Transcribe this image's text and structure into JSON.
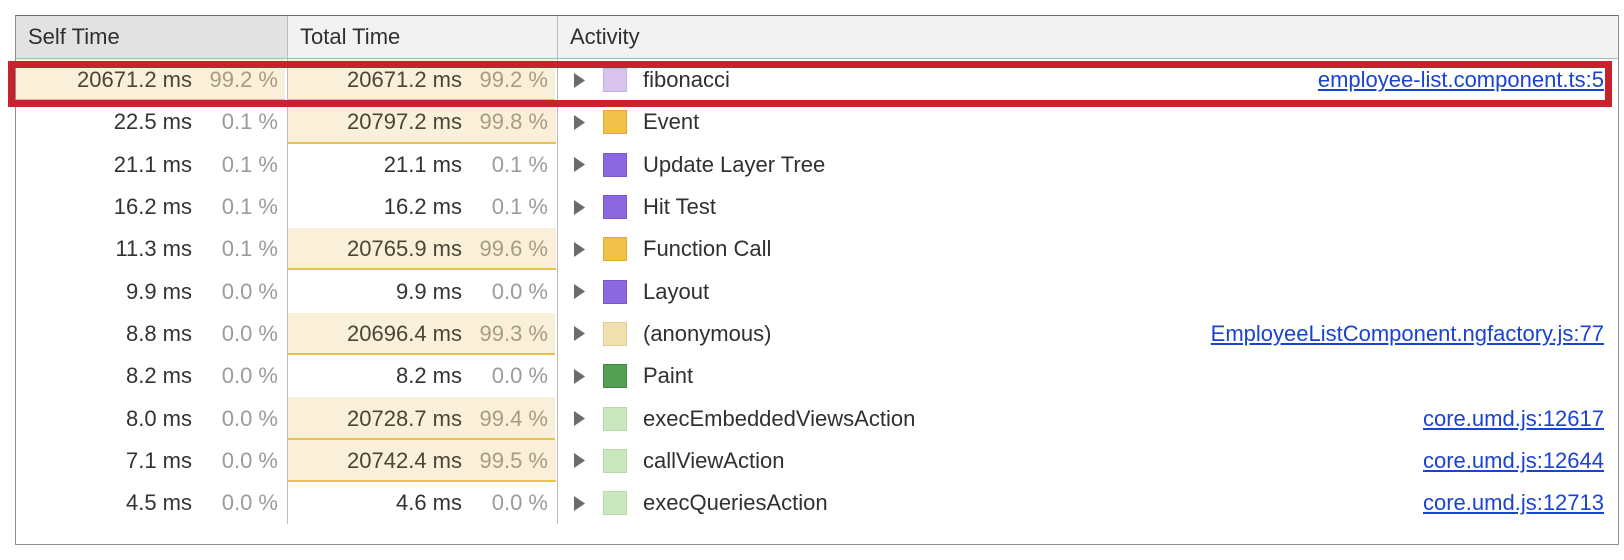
{
  "panel": {
    "name": "bottom-up-call-tree",
    "columns": [
      {
        "key": "self",
        "label": "Self Time",
        "sorted": true
      },
      {
        "key": "total",
        "label": "Total Time",
        "sorted": false
      },
      {
        "key": "activity",
        "label": "Activity",
        "sorted": false
      }
    ]
  },
  "colors": {
    "annotation_red": "#c9222c",
    "link_blue": "#1a43d0",
    "heat_fill": "#faf0da",
    "heat_border": "#e8c24a",
    "header_bg": "#f2f2f2",
    "header_sorted_bg": "#e2e2e2"
  },
  "icons": {
    "disclosure": "triangle-right-icon"
  },
  "rows": [
    {
      "self_ms": "20671.2 ms",
      "self_pct": "99.2 %",
      "self_fill_pct": 99.2,
      "self_hot": true,
      "total_ms": "20671.2 ms",
      "total_pct": "99.2 %",
      "total_fill_pct": 99.2,
      "total_hot": true,
      "activity": "fibonacci",
      "swatch": "#d8c4ef",
      "swatch_border": "#c6b0e3",
      "link": "employee-list.component.ts:5",
      "highlighted": true
    },
    {
      "self_ms": "22.5 ms",
      "self_pct": "0.1 %",
      "self_fill_pct": 0,
      "self_hot": false,
      "total_ms": "20797.2 ms",
      "total_pct": "99.8 %",
      "total_fill_pct": 99.8,
      "total_hot": true,
      "activity": "Event",
      "swatch": "#f0c04b",
      "swatch_border": "#e0ab2e",
      "link": "",
      "highlighted": false
    },
    {
      "self_ms": "21.1 ms",
      "self_pct": "0.1 %",
      "self_fill_pct": 0,
      "self_hot": false,
      "total_ms": "21.1 ms",
      "total_pct": "0.1 %",
      "total_fill_pct": 0,
      "total_hot": false,
      "activity": "Update Layer Tree",
      "swatch": "#8b68e0",
      "swatch_border": "#7a57d0",
      "link": "",
      "highlighted": false
    },
    {
      "self_ms": "16.2 ms",
      "self_pct": "0.1 %",
      "self_fill_pct": 0,
      "self_hot": false,
      "total_ms": "16.2 ms",
      "total_pct": "0.1 %",
      "total_fill_pct": 0,
      "total_hot": false,
      "activity": "Hit Test",
      "swatch": "#8b68e0",
      "swatch_border": "#7a57d0",
      "link": "",
      "highlighted": false
    },
    {
      "self_ms": "11.3 ms",
      "self_pct": "0.1 %",
      "self_fill_pct": 0,
      "self_hot": false,
      "total_ms": "20765.9 ms",
      "total_pct": "99.6 %",
      "total_fill_pct": 99.6,
      "total_hot": true,
      "activity": "Function Call",
      "swatch": "#f0c04b",
      "swatch_border": "#e0ab2e",
      "link": "",
      "highlighted": false
    },
    {
      "self_ms": "9.9 ms",
      "self_pct": "0.0 %",
      "self_fill_pct": 0,
      "self_hot": false,
      "total_ms": "9.9 ms",
      "total_pct": "0.0 %",
      "total_fill_pct": 0,
      "total_hot": false,
      "activity": "Layout",
      "swatch": "#8b68e0",
      "swatch_border": "#7a57d0",
      "link": "",
      "highlighted": false
    },
    {
      "self_ms": "8.8 ms",
      "self_pct": "0.0 %",
      "self_fill_pct": 0,
      "self_hot": false,
      "total_ms": "20696.4 ms",
      "total_pct": "99.3 %",
      "total_fill_pct": 99.3,
      "total_hot": true,
      "activity": "(anonymous)",
      "swatch": "#f0e0b0",
      "swatch_border": "#e3cf96",
      "link": "EmployeeListComponent.ngfactory.js:77",
      "highlighted": false
    },
    {
      "self_ms": "8.2 ms",
      "self_pct": "0.0 %",
      "self_fill_pct": 0,
      "self_hot": false,
      "total_ms": "8.2 ms",
      "total_pct": "0.0 %",
      "total_fill_pct": 0,
      "total_hot": false,
      "activity": "Paint",
      "swatch": "#54a052",
      "swatch_border": "#478a45",
      "link": "",
      "highlighted": false
    },
    {
      "self_ms": "8.0 ms",
      "self_pct": "0.0 %",
      "self_fill_pct": 0,
      "self_hot": false,
      "total_ms": "20728.7 ms",
      "total_pct": "99.4 %",
      "total_fill_pct": 99.4,
      "total_hot": true,
      "activity": "execEmbeddedViewsAction",
      "swatch": "#cbe7bf",
      "swatch_border": "#b6d9a8",
      "link": "core.umd.js:12617",
      "highlighted": false
    },
    {
      "self_ms": "7.1 ms",
      "self_pct": "0.0 %",
      "self_fill_pct": 0,
      "self_hot": false,
      "total_ms": "20742.4 ms",
      "total_pct": "99.5 %",
      "total_fill_pct": 99.5,
      "total_hot": true,
      "activity": "callViewAction",
      "swatch": "#cbe7bf",
      "swatch_border": "#b6d9a8",
      "link": "core.umd.js:12644",
      "highlighted": false
    },
    {
      "self_ms": "4.5 ms",
      "self_pct": "0.0 %",
      "self_fill_pct": 0,
      "self_hot": false,
      "total_ms": "4.6 ms",
      "total_pct": "0.0 %",
      "total_fill_pct": 0,
      "total_hot": false,
      "activity": "execQueriesAction",
      "swatch": "#cbe7bf",
      "swatch_border": "#b6d9a8",
      "link": "core.umd.js:12713",
      "highlighted": false
    }
  ]
}
